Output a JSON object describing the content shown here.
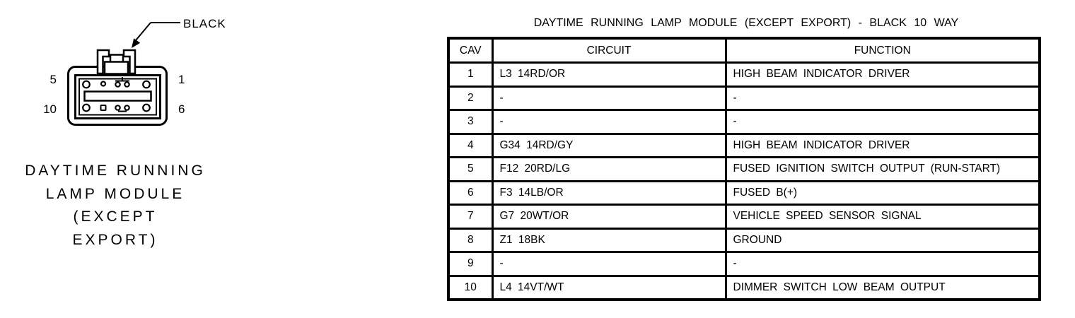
{
  "colors": {
    "ink": "#000000",
    "background": "#ffffff"
  },
  "diagram": {
    "connector_color_label": "BLACK",
    "pins": {
      "top_left": "5",
      "top_right": "1",
      "bottom_left": "10",
      "bottom_right": "6"
    },
    "caption_lines": [
      "DAYTIME RUNNING",
      "LAMP MODULE",
      "(EXCEPT",
      "EXPORT)"
    ]
  },
  "table": {
    "title": "DAYTIME RUNNING LAMP MODULE (EXCEPT EXPORT) - BLACK 10 WAY",
    "columns": [
      "CAV",
      "CIRCUIT",
      "FUNCTION"
    ],
    "rows": [
      [
        "1",
        "L3 14RD/OR",
        "HIGH BEAM INDICATOR DRIVER"
      ],
      [
        "2",
        "-",
        "-"
      ],
      [
        "3",
        "-",
        "-"
      ],
      [
        "4",
        "G34 14RD/GY",
        "HIGH BEAM INDICATOR DRIVER"
      ],
      [
        "5",
        "F12 20RD/LG",
        "FUSED IGNITION SWITCH OUTPUT (RUN-START)"
      ],
      [
        "6",
        "F3 14LB/OR",
        "FUSED B(+)"
      ],
      [
        "7",
        "G7 20WT/OR",
        "VEHICLE SPEED SENSOR SIGNAL"
      ],
      [
        "8",
        "Z1 18BK",
        "GROUND"
      ],
      [
        "9",
        "-",
        "-"
      ],
      [
        "10",
        "L4 14VT/WT",
        "DIMMER SWITCH LOW BEAM OUTPUT"
      ]
    ]
  }
}
